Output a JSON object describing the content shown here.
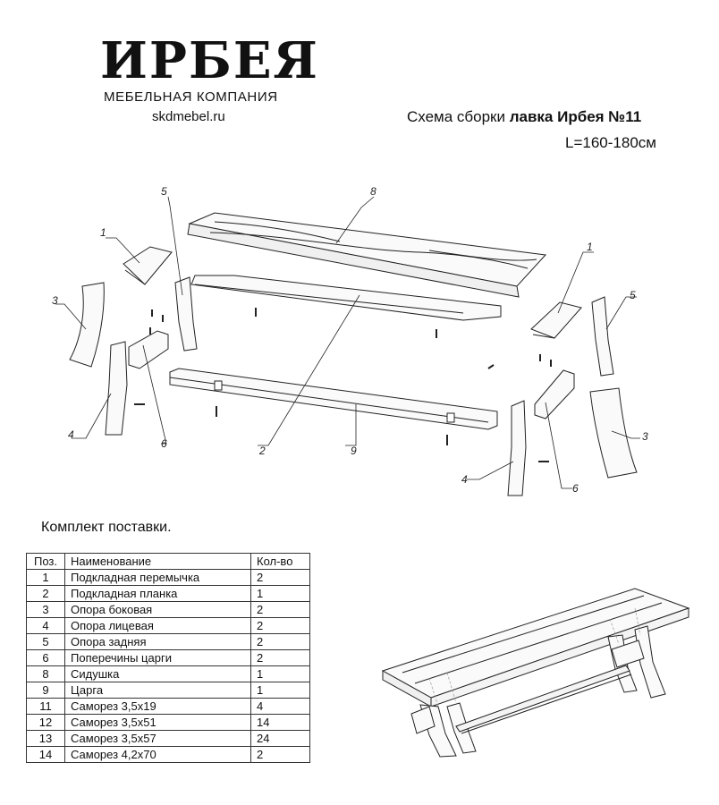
{
  "header": {
    "logo_text": "ИРБЕЯ",
    "company": "МЕБЕЛЬНАЯ КОМПАНИЯ",
    "site": "skdmebel.ru",
    "title_prefix": "Схема сборки ",
    "title_bold": "лавка Ирбея №11",
    "length": "L=160-180см"
  },
  "drawing_labels": [
    "1",
    "2",
    "3",
    "4",
    "5",
    "6",
    "8",
    "9",
    "1",
    "3",
    "4",
    "5",
    "6"
  ],
  "kit_heading": "Комплект поставки.",
  "table": {
    "headers": [
      "Поз.",
      "Наименование",
      "Кол-во"
    ],
    "rows": [
      [
        "1",
        "Подкладная перемычка",
        "2"
      ],
      [
        "2",
        "Подкладная планка",
        "1"
      ],
      [
        "3",
        "Опора боковая",
        "2"
      ],
      [
        "4",
        "Опора лицевая",
        "2"
      ],
      [
        "5",
        "Опора задняя",
        "2"
      ],
      [
        "6",
        "Поперечины царги",
        "2"
      ],
      [
        "8",
        "Сидушка",
        "1"
      ],
      [
        "9",
        "Царга",
        "1"
      ],
      [
        "11",
        "Саморез 3,5х19",
        "4"
      ],
      [
        "12",
        "Саморез 3,5х51",
        "14"
      ],
      [
        "13",
        "Саморез 3,5х57",
        "24"
      ],
      [
        "14",
        "Саморез 4,2х70",
        "2"
      ]
    ]
  }
}
